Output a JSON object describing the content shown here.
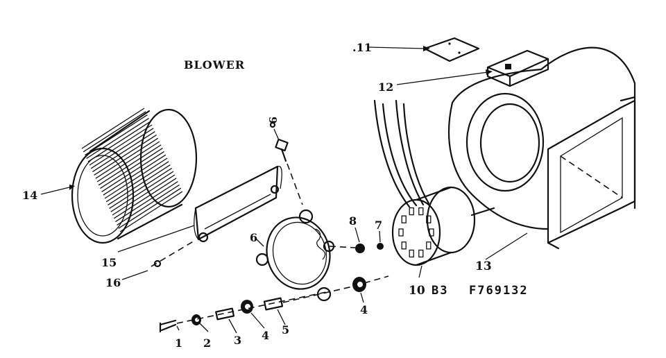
{
  "diagram": {
    "title": "BLOWER",
    "drawing_code": "B3",
    "part_code": "F769132",
    "callouts": [
      {
        "id": "c1",
        "text": "1"
      },
      {
        "id": "c2",
        "text": "2"
      },
      {
        "id": "c3",
        "text": "3"
      },
      {
        "id": "c4a",
        "text": "4"
      },
      {
        "id": "c5",
        "text": "5"
      },
      {
        "id": "c4b",
        "text": "4"
      },
      {
        "id": "c6",
        "text": "6"
      },
      {
        "id": "c7",
        "text": "7"
      },
      {
        "id": "c8",
        "text": "8"
      },
      {
        "id": "c9",
        "text": "9"
      },
      {
        "id": "c10",
        "text": "10"
      },
      {
        "id": "c11",
        "text": ".11"
      },
      {
        "id": "c12",
        "text": "12"
      },
      {
        "id": "c13",
        "text": "13"
      },
      {
        "id": "c14",
        "text": "14"
      },
      {
        "id": "c15",
        "text": "15"
      },
      {
        "id": "c16",
        "text": "16"
      }
    ]
  },
  "colors": {
    "ink": "#111111",
    "paper": "#ffffff"
  }
}
